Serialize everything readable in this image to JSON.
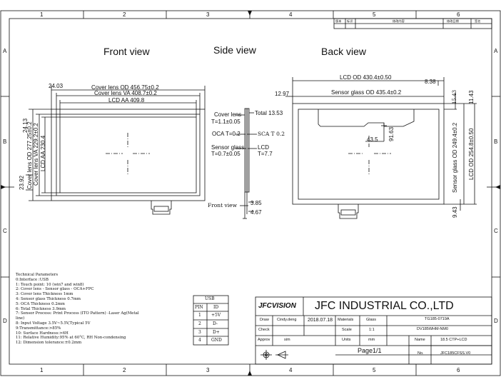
{
  "frame": {
    "columns": [
      "1",
      "2",
      "3",
      "4",
      "5",
      "6"
    ],
    "rows": [
      "A",
      "B",
      "C",
      "D"
    ]
  },
  "revision_table": {
    "headers": [
      "版本",
      "标识",
      "修改内容",
      "修改日期",
      "签名"
    ]
  },
  "views": {
    "front": "Front view",
    "side": "Side view",
    "back": "Back view"
  },
  "front": {
    "left_offset": "24.03",
    "cover_od": "Cover lens OD 456.75±0.2",
    "cover_va": "Cover lens VA 408.7±0.2",
    "lcd_aa": "LCD AA 409.8",
    "top_offset": "24.13",
    "cover_od_v": "Cover lens OD 277.25±0.2",
    "cover_va_v": "Cover lens VA 229.2±0.2",
    "lcd_aa_v": "LCD AA 230.4",
    "bottom_offset": "23.92"
  },
  "side": {
    "cover_lens": "Cover lens",
    "cover_t": "T=1.1±0.05",
    "total": "Total 13.53",
    "oca_t": "OCA T=0.2",
    "sca_t": "SCA T 0.2",
    "sensor_glass": "Sensor glass",
    "sensor_t": "T=0.7±0.05",
    "lcd": "LCD",
    "lcd_t": "T=7.7",
    "front_view_label": "Front view",
    "dim_a": "3.85",
    "dim_b": "4.67"
  },
  "back": {
    "lcd_od": "LCD OD 430.4±0.50",
    "dim_838": "8.38",
    "left_1297": "12.97",
    "sensor_od": "Sensor glass OD 435.4±0.2",
    "dim_1543": "15.43",
    "dim_1143": "11.43",
    "dim_435": "43.5",
    "dim_9163": "91.63",
    "sensor_od_v": "Sensor glass OD 249.4±0.2",
    "lcd_od_v": "LCD OD 254.8±0.50",
    "dim_943": "9.43"
  },
  "tech": {
    "lines": [
      "Technical Parameters",
      "0:Interface :USB",
      "1: Touch point: 10 (win7 and win8)",
      "2: Cover lens - Sensor glass - OCA+FPC",
      "3: Cover lens Thickness   1mm",
      "4: Sensor glass Thickness   0.7mm",
      "5: OCA Thickness   0.2mm",
      "6: Total Thickness   3.9mm",
      "7: Sensor Process: Print Process (ITO Pattern) -Laser Ag(Metal",
      "line)",
      "8: Input Voltage  3.5V~5.5V,Typical 5V",
      "9:Transmittance:>85%",
      "10: Surface Hardness:>6H",
      "11: Relative Humidity:95% at 60°C, RH Non-condensing",
      "12: Dimension tolerance:±0.2mm"
    ]
  },
  "usb": {
    "title": "USB",
    "head": [
      "PIN",
      "ID"
    ],
    "rows": [
      [
        "1",
        "+5V"
      ],
      [
        "2",
        "D-"
      ],
      [
        "3",
        "D+"
      ],
      [
        "4",
        "GND"
      ]
    ]
  },
  "title_block": {
    "logo": "JFCVISION",
    "company": "JFC INDUSTRIAL CO.,LTD",
    "draw_label": "Draw",
    "drawer": "Cindy.deng",
    "date": "2018.07.18",
    "materials_label": "Materials",
    "materials": "Glass",
    "code1": "TG185-0719A",
    "code2": "DV185WHM-NM0",
    "check_label": "Check",
    "scale_label": "Scale",
    "scale": "1:1",
    "approv_label": "Approv",
    "approver": "sim",
    "units_label": "Units",
    "units": "mm",
    "name_label": "Name",
    "name": "18.5 CTP+LCD",
    "page": "Page1/1",
    "no_label": "No.",
    "no": "JFC185CFSS.V0"
  }
}
